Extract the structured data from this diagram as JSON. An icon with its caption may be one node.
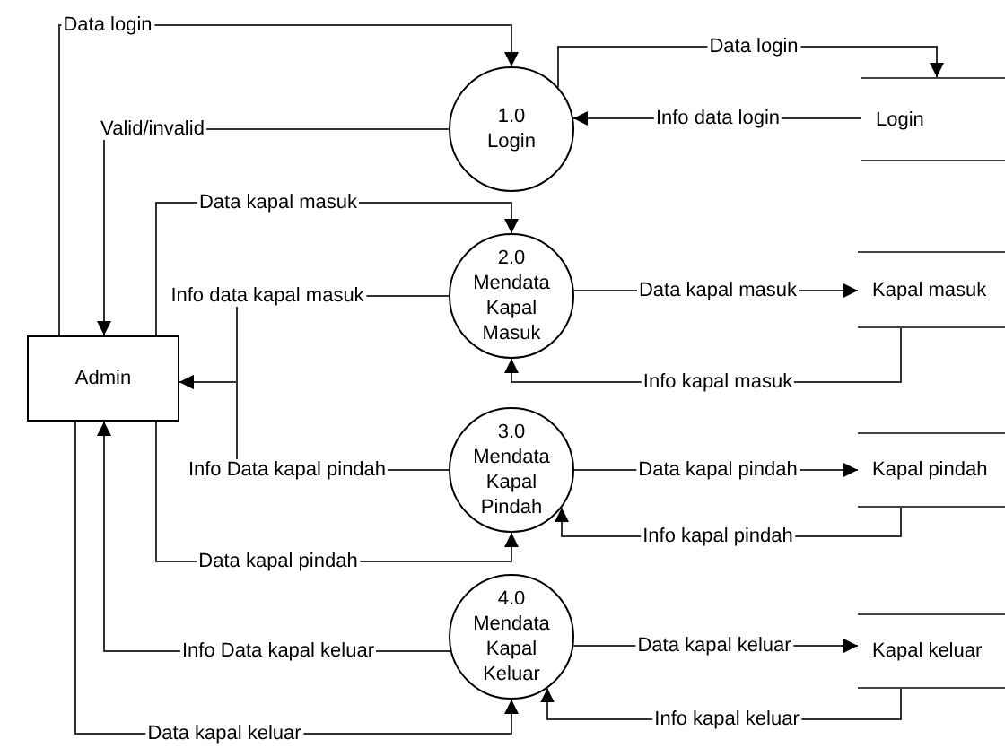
{
  "diagram": {
    "nodes": [
      {
        "text": [
          "Admin"
        ]
      },
      {
        "text": [
          "1.0",
          "Login"
        ]
      },
      {
        "text": [
          "2.0",
          "Mendata Kapal Masuk"
        ]
      },
      {
        "text": [
          "3.0",
          "Mendata Kapal Pindah"
        ]
      },
      {
        "text": [
          "4.0",
          "Mendata Kapal Keluar"
        ]
      },
      {
        "text": [
          "Login"
        ]
      },
      {
        "text": [
          "Kapal masuk"
        ]
      },
      {
        "text": [
          "Kapal pindah"
        ]
      },
      {
        "text": [
          "Kapal keluar"
        ]
      }
    ],
    "edges": [
      {
        "from": 0,
        "to": 1,
        "arrow": "to",
        "label": "Data login"
      },
      {
        "from": 1,
        "to": 0,
        "arrow": "to",
        "label": "Valid/invalid"
      },
      {
        "from": 1,
        "to": 5,
        "arrow": "to",
        "label": "Data login"
      },
      {
        "from": 5,
        "to": 1,
        "arrow": "to",
        "label": "Info data login"
      },
      {
        "from": 0,
        "to": 2,
        "arrow": "to",
        "label": "Data kapal masuk"
      },
      {
        "from": 2,
        "to": 0,
        "arrow": "to",
        "label": "Info data kapal masuk"
      },
      {
        "from": 2,
        "to": 6,
        "arrow": "to",
        "label": "Data kapal masuk"
      },
      {
        "from": 6,
        "to": 2,
        "arrow": "to",
        "label": "Info kapal masuk"
      },
      {
        "from": 3,
        "to": 0,
        "arrow": "to",
        "label": "Info Data kapal pindah"
      },
      {
        "from": 0,
        "to": 3,
        "arrow": "to",
        "label": "Data kapal pindah"
      },
      {
        "from": 3,
        "to": 7,
        "arrow": "to",
        "label": "Data kapal pindah"
      },
      {
        "from": 7,
        "to": 3,
        "arrow": "to",
        "label": "Info kapal pindah"
      },
      {
        "from": 4,
        "to": 0,
        "arrow": "to",
        "label": "Info Data kapal keluar"
      },
      {
        "from": 0,
        "to": 4,
        "arrow": "to",
        "label": "Data kapal keluar"
      },
      {
        "from": 4,
        "to": 8,
        "arrow": "to",
        "label": "Data kapal keluar"
      },
      {
        "from": 8,
        "to": 4,
        "arrow": "to",
        "label": "Info kapal keluar"
      }
    ]
  }
}
